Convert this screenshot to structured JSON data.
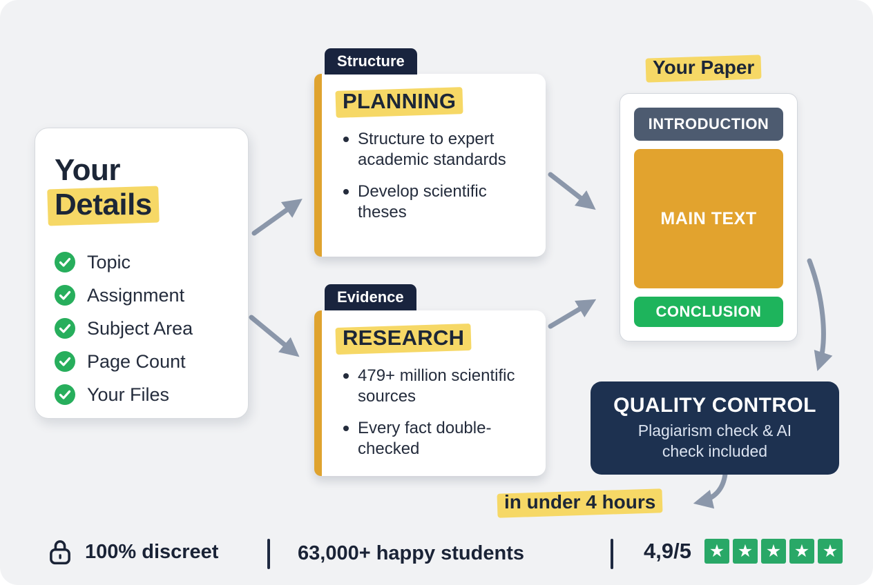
{
  "details_card": {
    "title_line1": "Your",
    "title_line2": "Details",
    "items": [
      "Topic",
      "Assignment",
      "Subject Area",
      "Page Count",
      "Your Files"
    ]
  },
  "planning_card": {
    "tab": "Structure",
    "title": "PLANNING",
    "bullets": [
      "Structure to expert academic standards",
      "Develop scientific theses"
    ]
  },
  "research_card": {
    "tab": "Evidence",
    "title": "RESEARCH",
    "bullets": [
      "479+ million scientific sources",
      "Every fact double-checked"
    ]
  },
  "paper": {
    "label": "Your Paper",
    "sections": [
      "INTRODUCTION",
      "MAIN TEXT",
      "CONCLUSION"
    ]
  },
  "quality_control": {
    "title": "QUALITY CONTROL",
    "subtitle": "Plagiarism check & AI check included"
  },
  "turnaround": {
    "label": "in under 4 hours"
  },
  "footer": {
    "discreet": "100% discreet",
    "students": "63,000+ happy students",
    "rating": "4,9/5",
    "stars": 5,
    "star_glyph": "★"
  },
  "icons": [
    "check-icon",
    "lock-icon",
    "star-icon",
    "arrow-icon"
  ],
  "colors": {
    "background": "#f1f2f4",
    "highlight_yellow": "#f6d866",
    "tab_navy": "#19243e",
    "qc_navy": "#1d3150",
    "stripe_orange": "#dfa32f",
    "main_text_orange": "#e2a32e",
    "intro_slate": "#4d5b70",
    "conclusion_green": "#1eb45c",
    "check_green": "#27ae5c",
    "star_green": "#29a867",
    "arrow_gray": "#8b97aa",
    "text_dark": "#1c2637"
  }
}
